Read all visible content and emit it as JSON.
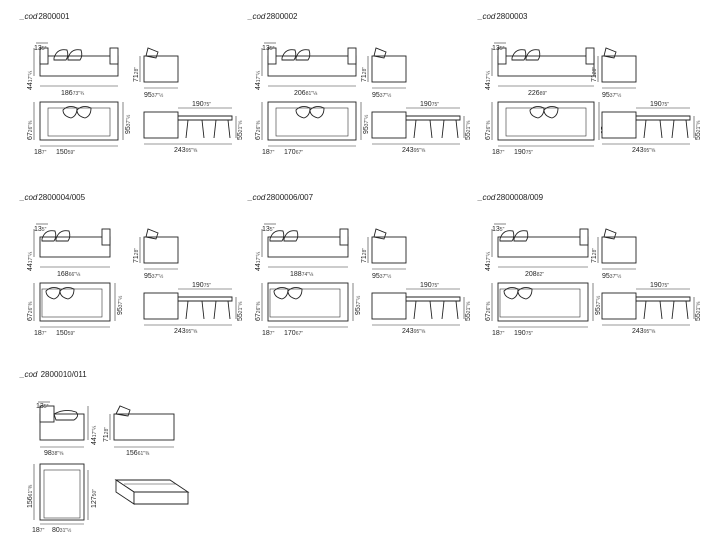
{
  "models": [
    {
      "code_prefix": "_cod",
      "code": "2800001",
      "front_width": "186",
      "front_width_in": "73\"¾",
      "depth": "95",
      "depth_in": "37\"½",
      "seat_h": "13",
      "seat_h_in": "5\"",
      "height": "44",
      "height_in": "17\"¼",
      "side_h": "71",
      "side_h_in": "28\"",
      "open_len": "190",
      "open_len_in": "75\"",
      "open_total": "243",
      "open_total_in": "95\"⅝",
      "arm": "18",
      "arm_in": "7\"",
      "seat_w": "150",
      "seat_w_in": "59\"",
      "plan_depth": "67",
      "plan_depth_in": "26\"⅜",
      "mattress_h": "55",
      "mattress_h_in": "21\"⅝"
    },
    {
      "code_prefix": "_cod",
      "code": "2800002",
      "front_width": "206",
      "front_width_in": "81\"⅛",
      "depth": "95",
      "depth_in": "37\"½",
      "seat_h": "13",
      "seat_h_in": "5\"",
      "height": "44",
      "height_in": "17\"¼",
      "side_h": "71",
      "side_h_in": "28\"",
      "open_len": "190",
      "open_len_in": "75\"",
      "open_total": "243",
      "open_total_in": "95\"⅝",
      "arm": "18",
      "arm_in": "7\"",
      "seat_w": "170",
      "seat_w_in": "67\"",
      "plan_depth": "67",
      "plan_depth_in": "26\"⅜",
      "mattress_h": "55",
      "mattress_h_in": "21\"⅝"
    },
    {
      "code_prefix": "_cod",
      "code": "2800003",
      "front_width": "226",
      "front_width_in": "89\"",
      "depth": "95",
      "depth_in": "37\"½",
      "seat_h": "13",
      "seat_h_in": "5\"",
      "height": "44",
      "height_in": "17\"¼",
      "side_h": "71",
      "side_h_in": "28\"",
      "open_len": "190",
      "open_len_in": "75\"",
      "open_total": "243",
      "open_total_in": "95\"⅝",
      "arm": "18",
      "arm_in": "7\"",
      "seat_w": "190",
      "seat_w_in": "75\"",
      "plan_depth": "67",
      "plan_depth_in": "26\"⅜",
      "mattress_h": "55",
      "mattress_h_in": "21\"⅝"
    },
    {
      "code_prefix": "_cod",
      "code": "2800004/005",
      "front_width": "168",
      "front_width_in": "66\"⅛",
      "depth": "95",
      "depth_in": "37\"½",
      "seat_h": "13",
      "seat_h_in": "5\"",
      "height": "44",
      "height_in": "17\"¼",
      "side_h": "71",
      "side_h_in": "28\"",
      "open_len": "190",
      "open_len_in": "75\"",
      "open_total": "243",
      "open_total_in": "95\"⅝",
      "arm": "18",
      "arm_in": "7\"",
      "seat_w": "150",
      "seat_w_in": "59\"",
      "plan_depth": "67",
      "plan_depth_in": "26\"⅜",
      "mattress_h": "55",
      "mattress_h_in": "21\"⅝"
    },
    {
      "code_prefix": "_cod",
      "code": "2800006/007",
      "front_width": "188",
      "front_width_in": "74\"⅛",
      "depth": "95",
      "depth_in": "37\"½",
      "seat_h": "13",
      "seat_h_in": "5\"",
      "height": "44",
      "height_in": "17\"¼",
      "side_h": "71",
      "side_h_in": "28\"",
      "open_len": "190",
      "open_len_in": "75\"",
      "open_total": "243",
      "open_total_in": "95\"⅝",
      "arm": "18",
      "arm_in": "7\"",
      "seat_w": "170",
      "seat_w_in": "67\"",
      "plan_depth": "67",
      "plan_depth_in": "26\"⅜",
      "mattress_h": "55",
      "mattress_h_in": "21\"⅝"
    },
    {
      "code_prefix": "_cod",
      "code": "2800008/009",
      "front_width": "208",
      "front_width_in": "82\"",
      "depth": "95",
      "depth_in": "37\"½",
      "seat_h": "13",
      "seat_h_in": "5\"",
      "height": "44",
      "height_in": "17\"¼",
      "side_h": "71",
      "side_h_in": "28\"",
      "open_len": "190",
      "open_len_in": "75\"",
      "open_total": "243",
      "open_total_in": "95\"⅝",
      "arm": "18",
      "arm_in": "7\"",
      "seat_w": "190",
      "seat_w_in": "75\"",
      "plan_depth": "67",
      "plan_depth_in": "26\"⅜",
      "mattress_h": "55",
      "mattress_h_in": "21\"⅝"
    }
  ],
  "chaise": {
    "code_prefix": "_cod",
    "code": "2800010/011",
    "seat_h": "13",
    "seat_h_in": "5\"",
    "height": "44",
    "height_in": "17\"¼",
    "front_width": "98",
    "front_width_in": "38\"⅝",
    "side_h": "71",
    "side_h_in": "28\"",
    "side_len": "156",
    "side_len_in": "61\"⅜",
    "plan_len": "156",
    "plan_len_in": "61\"⅜",
    "inner_len": "127",
    "inner_len_in": "50\"",
    "arm": "18",
    "arm_in": "7\"",
    "seat_w": "80",
    "seat_w_in": "31\"½"
  }
}
